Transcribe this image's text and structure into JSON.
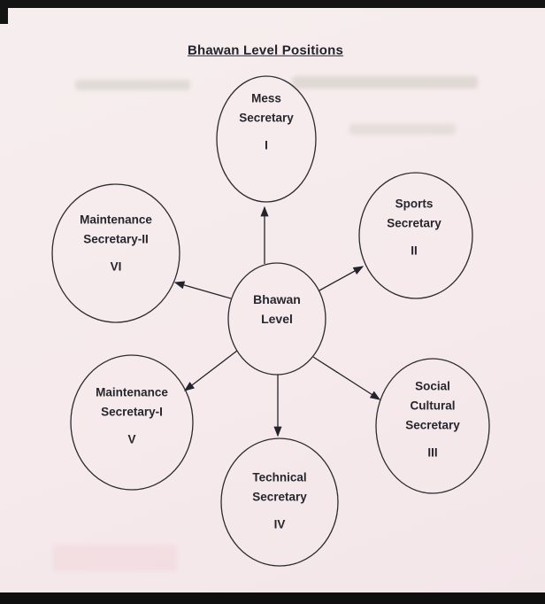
{
  "page": {
    "title": "Bhawan Level Positions"
  },
  "diagram": {
    "center": {
      "label": "Bhawan\nLevel"
    },
    "nodes": [
      {
        "name": "mess-secretary",
        "label": "Mess\nSecretary",
        "numeral": "I"
      },
      {
        "name": "sports-secretary",
        "label": "Sports\nSecretary",
        "numeral": "II"
      },
      {
        "name": "social-cultural-secretary",
        "label": "Social\nCultural\nSecretary",
        "numeral": "III"
      },
      {
        "name": "technical-secretary",
        "label": "Technical\nSecretary",
        "numeral": "IV"
      },
      {
        "name": "maintenance-secretary-1",
        "label": "Maintenance\nSecretary-I",
        "numeral": "V"
      },
      {
        "name": "maintenance-secretary-2",
        "label": "Maintenance\nSecretary-II",
        "numeral": "VI"
      }
    ],
    "colors": {
      "ink": "#26262e",
      "paper": "#f5ebec",
      "scan_edge": "#141414"
    }
  }
}
